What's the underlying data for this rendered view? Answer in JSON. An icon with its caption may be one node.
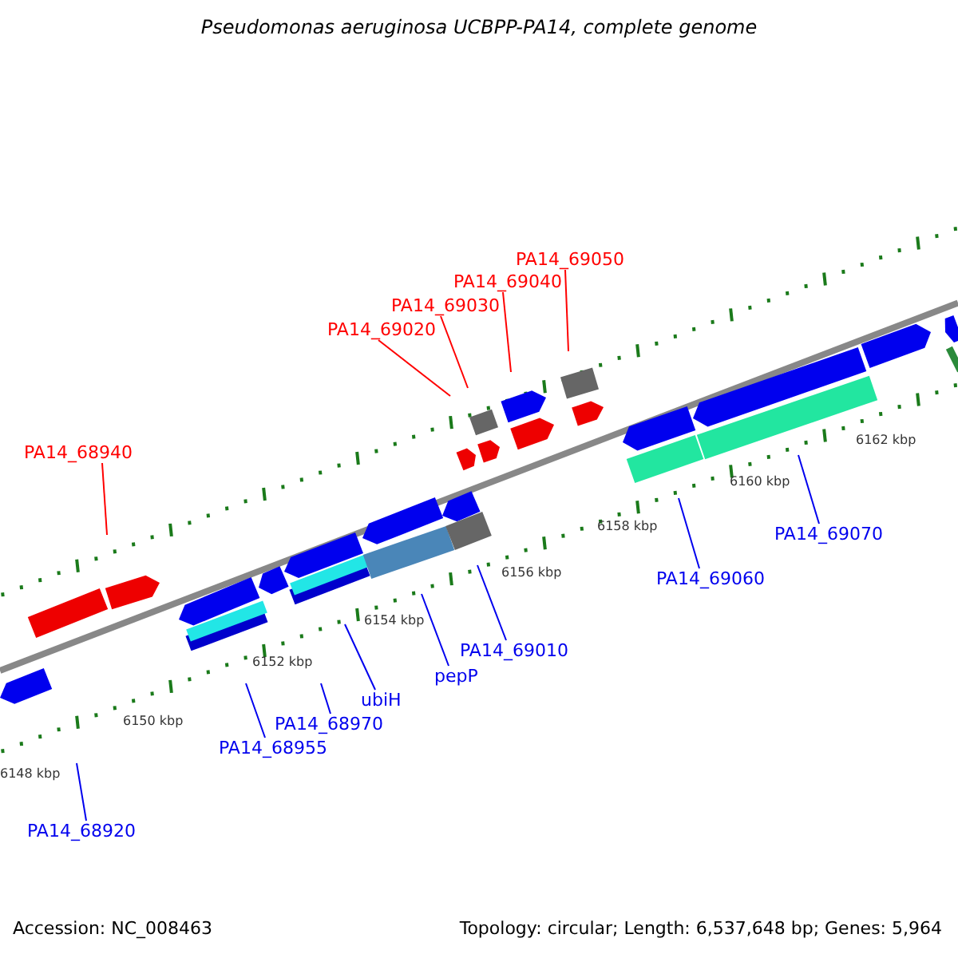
{
  "diagram": {
    "title": "Pseudomonas aeruginosa UCBPP-PA14, complete genome",
    "nodes": [
      {
        "text": [
          "PA14_68940"
        ]
      },
      {
        "text": [
          "PA14_69020"
        ]
      },
      {
        "text": [
          "PA14_69030"
        ]
      },
      {
        "text": [
          "PA14_69040"
        ]
      },
      {
        "text": [
          "PA14_69050"
        ]
      },
      {
        "text": [
          "PA14_68920"
        ]
      },
      {
        "text": [
          "PA14_68955"
        ]
      },
      {
        "text": [
          "PA14_68970"
        ]
      },
      {
        "text": [
          "ubiH"
        ]
      },
      {
        "text": [
          "pepP"
        ]
      },
      {
        "text": [
          "PA14_69010"
        ]
      },
      {
        "text": [
          "PA14_69060"
        ]
      },
      {
        "text": [
          "PA14_69070"
        ]
      }
    ],
    "edges": [
      {
        "from": 0,
        "to": null,
        "arrow": "none",
        "color": "#ff0000"
      },
      {
        "from": 1,
        "to": null,
        "arrow": "none",
        "color": "#ff0000"
      },
      {
        "from": 2,
        "to": null,
        "arrow": "none",
        "color": "#ff0000"
      },
      {
        "from": 3,
        "to": null,
        "arrow": "none",
        "color": "#ff0000"
      },
      {
        "from": 4,
        "to": null,
        "arrow": "none",
        "color": "#ff0000"
      },
      {
        "from": 5,
        "to": null,
        "arrow": "none"
      },
      {
        "from": 6,
        "to": null,
        "arrow": "none"
      },
      {
        "from": 7,
        "to": null,
        "arrow": "none"
      },
      {
        "from": 8,
        "to": null,
        "arrow": "none"
      },
      {
        "from": 9,
        "to": null,
        "arrow": "none"
      },
      {
        "from": 10,
        "to": null,
        "arrow": "none"
      },
      {
        "from": 11,
        "to": null,
        "arrow": "none"
      },
      {
        "from": 12,
        "to": null,
        "arrow": "none"
      }
    ],
    "labels": [
      "6148 kbp",
      "6150 kbp",
      "6152 kbp",
      "6154 kbp",
      "6156 kbp",
      "6158 kbp",
      "6160 kbp",
      "6162 kbp",
      "Accession: NC_008463",
      "Topology: circular; Length: 6,537,648 bp; Genes: 5,964"
    ]
  }
}
